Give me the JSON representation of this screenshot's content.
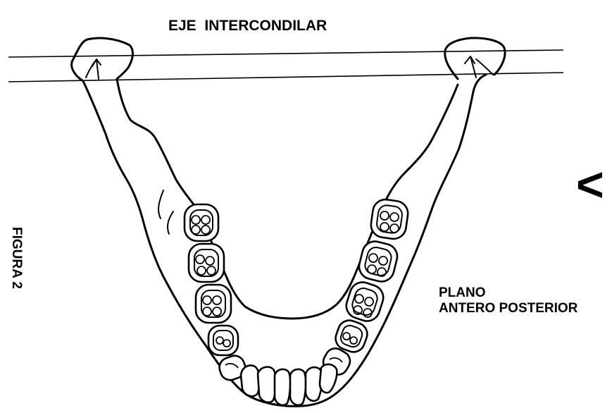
{
  "title": "EJE  INTERCONDILAR",
  "figure_label": "FIGURA 2",
  "plane_label_line1": "PLANO",
  "plane_label_line2": "ANTERO POSTERIOR",
  "arrow_glyph": "<"
}
